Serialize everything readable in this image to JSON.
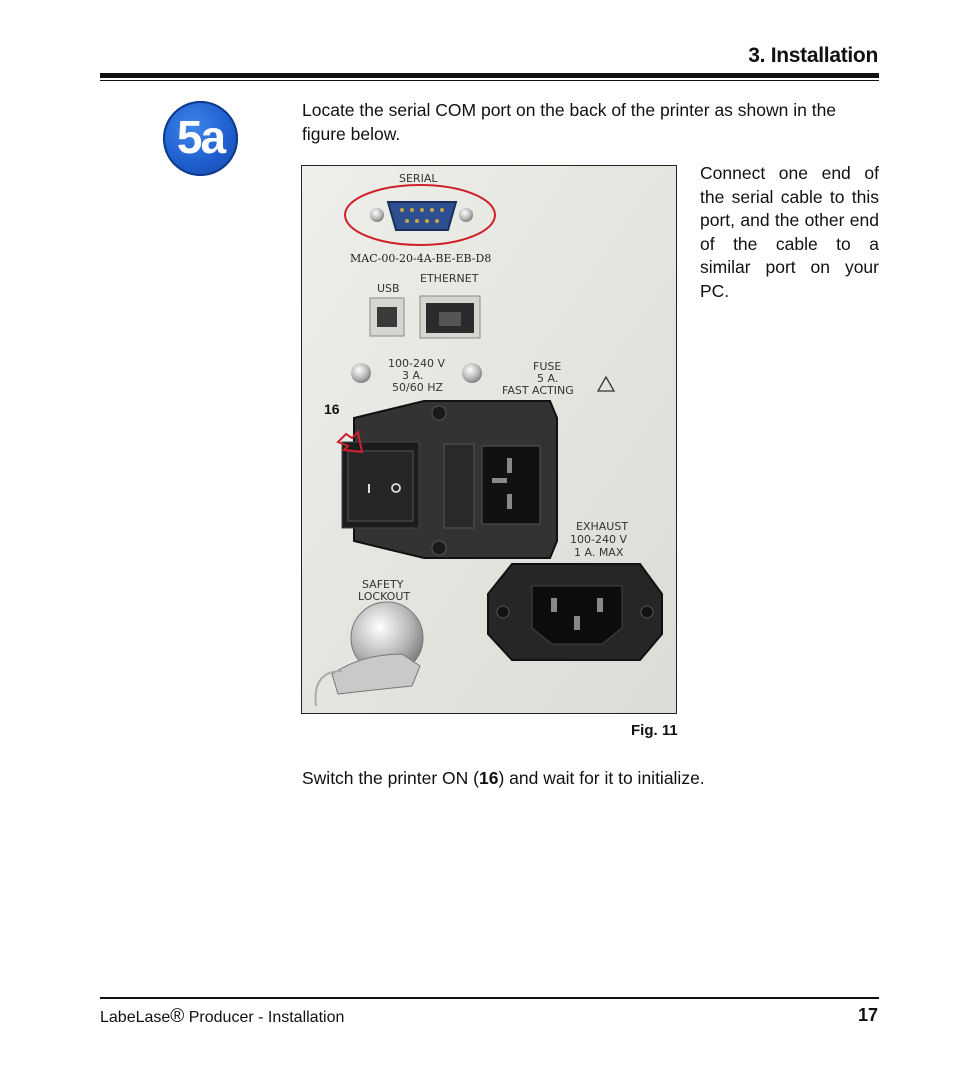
{
  "header": {
    "title": "3.   Installation"
  },
  "step": {
    "badge": "5a"
  },
  "intro": {
    "text": "Locate the serial COM port on the back of the printer as shown in the figure below."
  },
  "side": {
    "text": "Connect one end of the serial cable to this port, and the other end of the cable to a similar port on your PC."
  },
  "figure": {
    "caption": "Fig. 11",
    "labels": {
      "serial": "SERIAL",
      "mac": "MAC-00-20-4A-BE-EB-D8",
      "usb": "USB",
      "ethernet": "ETHERNET",
      "power_line1": "100-240  V",
      "power_line2": "3  A.",
      "power_line3": "50/60  HZ",
      "fuse_line1": "FUSE",
      "fuse_line2": "5  A.",
      "fuse_line3": "FAST  ACTING",
      "callout": "16",
      "exhaust_line1": "EXHAUST",
      "exhaust_line2": "100-240  V",
      "exhaust_line3": "1  A.  MAX",
      "safety_line1": "SAFETY",
      "safety_line2": "LOCKOUT"
    }
  },
  "switch": {
    "before": "Switch the printer ON (",
    "bold": "16",
    "after": ") and wait for it to initialize."
  },
  "footer": {
    "product": "LabeLase",
    "reg": "®",
    "rest": " Producer - Installation",
    "page": "17"
  }
}
